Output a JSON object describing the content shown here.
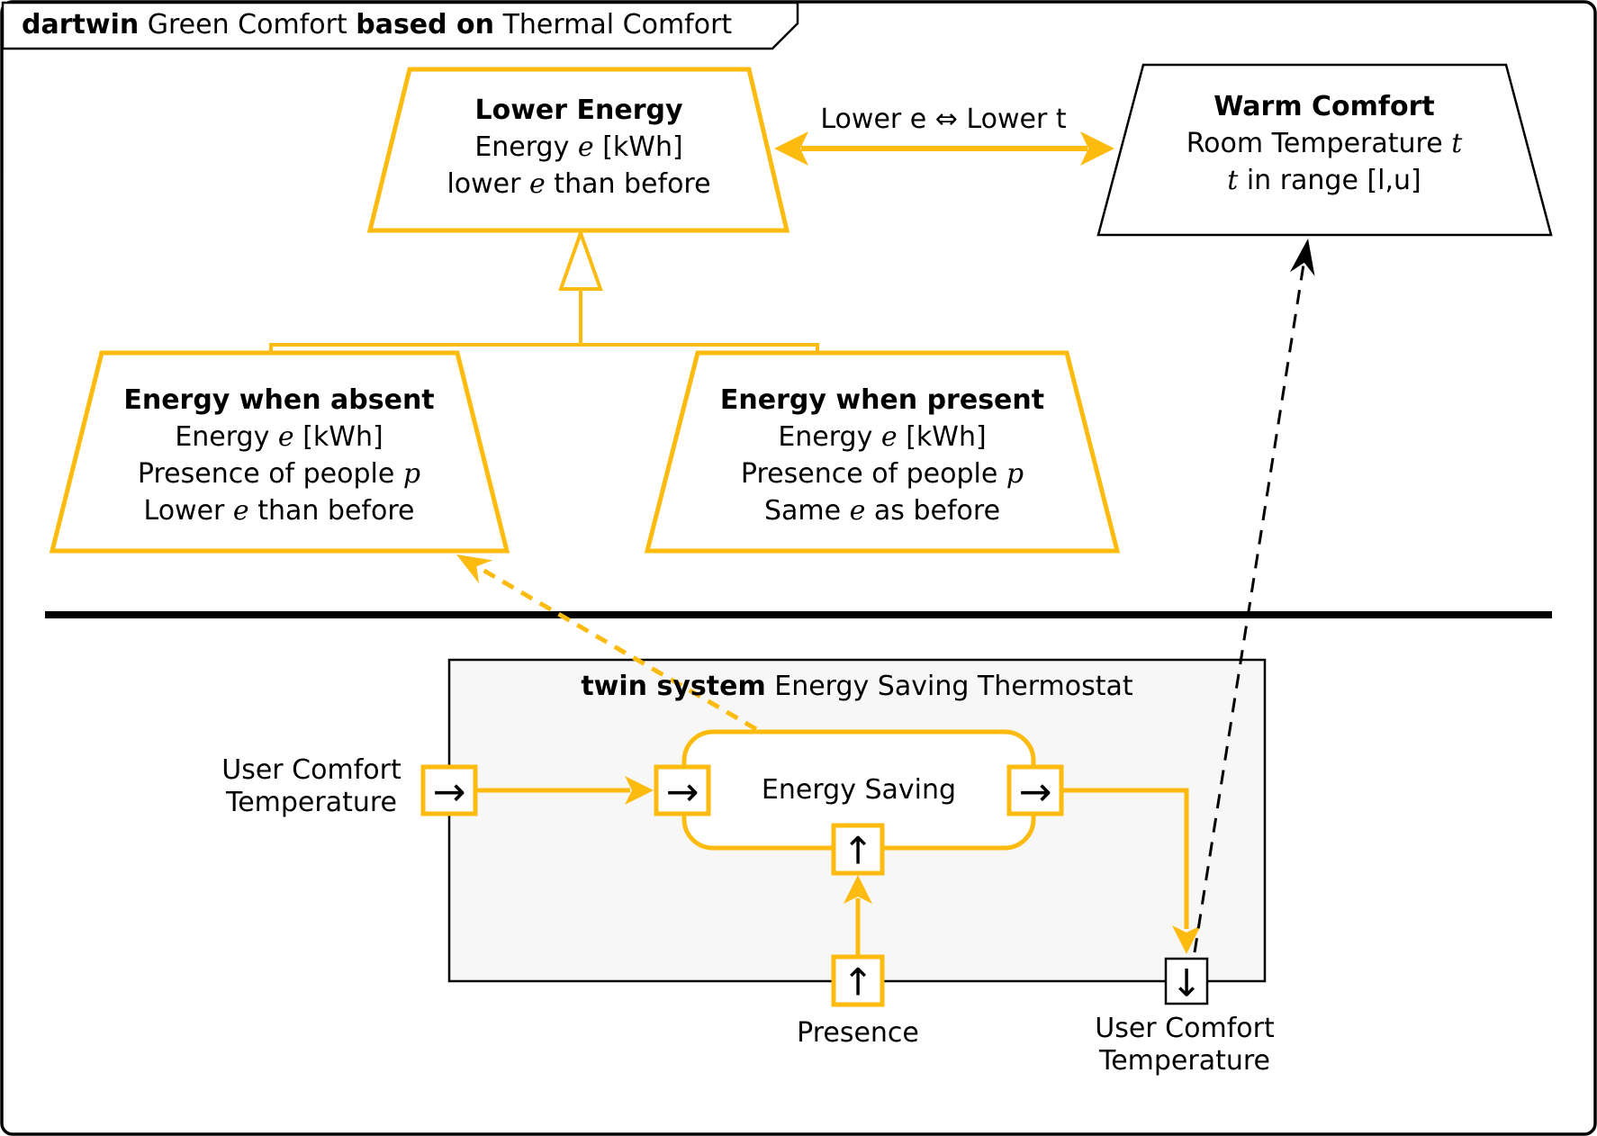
{
  "diagram": {
    "tab": {
      "bold1": "dartwin",
      "mid": " Green Comfort ",
      "bold2": "based on",
      "end": " Thermal Comfort"
    },
    "relation_label": "Lower e ⇔ Lower t",
    "goals": {
      "lower_energy": {
        "title": "Lower Energy",
        "l1_pre": "Energy ",
        "l1_var": "e",
        "l1_post": " [kWh]",
        "l2_pre": "lower ",
        "l2_var": "e",
        "l2_post": " than before"
      },
      "warm_comfort": {
        "title": "Warm Comfort",
        "l1_pre": "Room Temperature ",
        "l1_var": "t",
        "l1_post": "",
        "l2_pre": "",
        "l2_var": "t",
        "l2_post": " in range [l,u]"
      },
      "energy_when_absent": {
        "title": "Energy when absent",
        "l1_pre": "Energy ",
        "l1_var": "e",
        "l1_post": " [kWh]",
        "l2_pre": "Presence of people ",
        "l2_var": "p",
        "l2_post": "",
        "l3_pre": "Lower ",
        "l3_var": "e",
        "l3_post": " than before"
      },
      "energy_when_present": {
        "title": "Energy when present",
        "l1_pre": "Energy ",
        "l1_var": "e",
        "l1_post": " [kWh]",
        "l2_pre": "Presence of people ",
        "l2_var": "p",
        "l2_post": "",
        "l3_pre": "Same ",
        "l3_var": "e",
        "l3_post": " as before"
      }
    },
    "twin_system": {
      "title_bold": "twin system",
      "title_rest": " Energy Saving Thermostat",
      "block_label": "Energy Saving",
      "input_label": "User Comfort\nTemperature",
      "presence_label": "Presence",
      "output_label": "User Comfort\nTemperature"
    },
    "icons": {
      "flow_right": "→",
      "flow_up": "↑",
      "flow_down": "↓"
    },
    "colors": {
      "accent": "#FDBB10",
      "node_border_dark": "#000000",
      "twin_fill": "#F7F7F7"
    }
  }
}
